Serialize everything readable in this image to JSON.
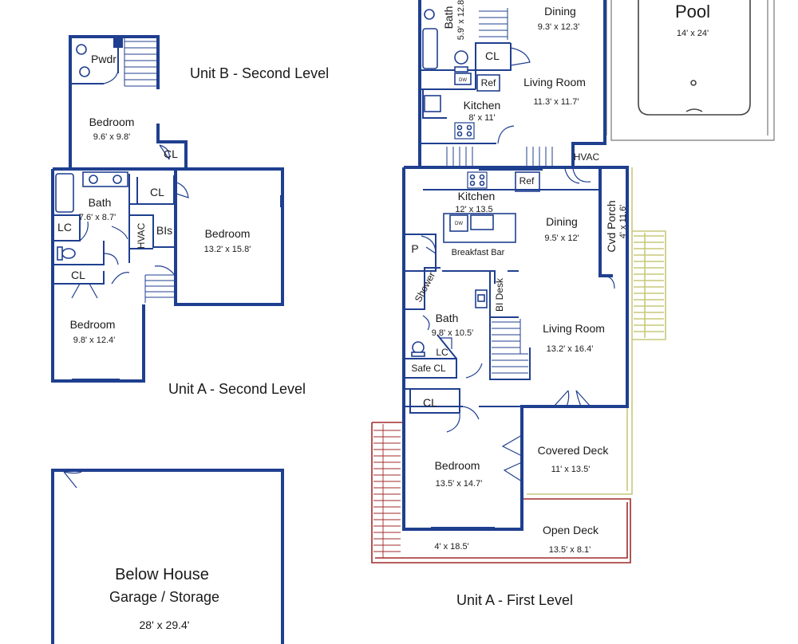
{
  "levels": {
    "unit_b_second": "Unit B - Second Level",
    "unit_a_second": "Unit A - Second Level",
    "unit_a_first": "Unit A - First Level"
  },
  "garage": {
    "line1": "Below House",
    "line2": "Garage / Storage",
    "size": "28' x 29.4'"
  },
  "pool": {
    "label": "Pool",
    "size": "14' x 24'"
  },
  "unit_b": {
    "pwdr": "Pwdr",
    "bedroom": {
      "name": "Bedroom",
      "size": "9.6' x 9.8'"
    },
    "cl": "CL"
  },
  "unit_a_second": {
    "bath": {
      "name": "Bath",
      "size": "7.6' x 8.7'"
    },
    "lc": "LC",
    "cl_top": "CL",
    "cl_left": "CL",
    "hvac": "HVAC",
    "bis": "BIs",
    "bedroom_large": {
      "name": "Bedroom",
      "size": "13.2' x 15.8'"
    },
    "bedroom_small": {
      "name": "Bedroom",
      "size": "9.8' x 12.4'"
    }
  },
  "top_unit": {
    "bath": {
      "name": "Bath",
      "size": "5.9' x 12.8'"
    },
    "cl": "CL",
    "dining": {
      "name": "Dining",
      "size": "9.3' x 12.3'"
    },
    "living": {
      "name": "Living Room",
      "size": "11.3' x 11.7'"
    },
    "dw": "DW",
    "ref": "Ref",
    "kitchen": {
      "name": "Kitchen",
      "size": "8' x 11'"
    },
    "hvac": "HVAC"
  },
  "unit_a_first": {
    "kitchen": {
      "name": "Kitchen",
      "size": "12' x 13.5"
    },
    "ref": "Ref",
    "dw": "DW",
    "breakfast_bar": "Breakfast Bar",
    "pantry": "P",
    "dining": {
      "name": "Dining",
      "size": "9.5' x 12'"
    },
    "cvd_porch": {
      "name": "Cvd Porch",
      "size": "4' x 11.6'"
    },
    "shower": "Shower",
    "bi_desk": "BI Desk",
    "bath": {
      "name": "Bath",
      "size": "9.8' x 10.5'"
    },
    "lc": "LC",
    "safe_cl": "Safe CL",
    "living": {
      "name": "Living Room",
      "size": "13.2' x 16.4'"
    },
    "cl": "CL",
    "bedroom": {
      "name": "Bedroom",
      "size": "13.5' x 14.7'"
    },
    "covered_deck": {
      "name": "Covered Deck",
      "size": "11' x 13.5'"
    },
    "open_deck": {
      "name": "Open Deck",
      "size": "13.5' x 8.1'"
    },
    "side_deck_size": "4' x 18.5'"
  }
}
